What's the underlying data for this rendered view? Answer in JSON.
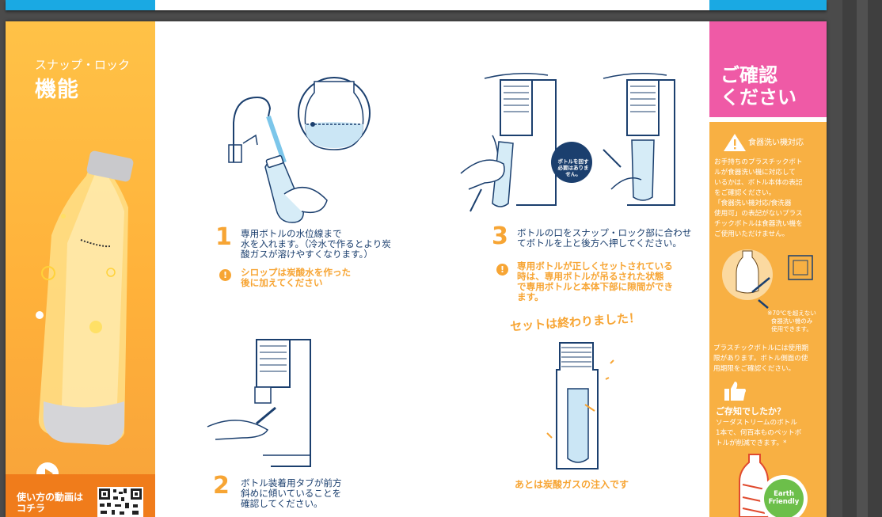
{
  "left_panel": {
    "subtitle": "スナップ・ロック",
    "title": "機能",
    "video_label_line1": "使い方の動画は",
    "video_label_line2": "コチラ"
  },
  "steps": [
    {
      "number": "1",
      "text_lines": [
        "専用ボトルの水位線まで",
        "水を入れます。（冷水で作るとより炭",
        "酸ガスが溶けやすくなります。）"
      ],
      "note_lines": [
        "シロップは炭酸水を作った",
        "後に加えてください"
      ]
    },
    {
      "number": "2",
      "text_lines": [
        "ボトル装着用タブが前方",
        "斜めに傾いていることを",
        "確認してください。"
      ]
    },
    {
      "number": "3",
      "text_lines": [
        "ボトルの口をスナップ・ロック部に合わせ",
        "てボトルを上と後方へ押してください。"
      ],
      "note_lines": [
        "専用ボトルが正しくセットされている",
        "時は、専用ボトルが吊るされた状態",
        "で専用ボトルと本体下部に隙間ができ",
        "ます。"
      ]
    }
  ],
  "badge_lines": [
    "ボトルを回す",
    "必要はありま",
    "せん。"
  ],
  "done_text": "セットは終わりました！",
  "final_text": "あとは炭酸ガスの注入です",
  "right_panel": {
    "title_line1": "ご確認",
    "title_line2": "ください",
    "dishwasher_heading": "食器洗い機対応",
    "dishwasher_lines": [
      "お手持ちのプラスチックボト",
      "ルが食器洗い機に対応して",
      "いるかは、ボトル本体の表記",
      "をご確認ください。",
      "「食器洗い機対応/食洗器",
      "使用可」の表記がないプラス",
      "チックボトルは食器洗い機を",
      "ご使用いただけません。"
    ],
    "temp_note_lines": [
      "※70℃を超えない",
      "食器洗い機のみ",
      "使用できます。"
    ],
    "expiry_lines": [
      "プラスチックボトルには使用期",
      "限があります。ボトル側面の使",
      "用期限をご確認ください。"
    ],
    "did_you_know": "ご存知でしたか？",
    "did_you_know_lines": [
      "ソーダストリームのボトル",
      "1本で、何百本ものペットボ",
      "トルが削減できます。*"
    ],
    "badge_line1": "Earth",
    "badge_line2": "Friendly"
  },
  "colors": {
    "orange": "#f7a534",
    "navy": "#1b3f6e",
    "pink": "#ef5aa6",
    "blue": "#1aa9e3"
  }
}
